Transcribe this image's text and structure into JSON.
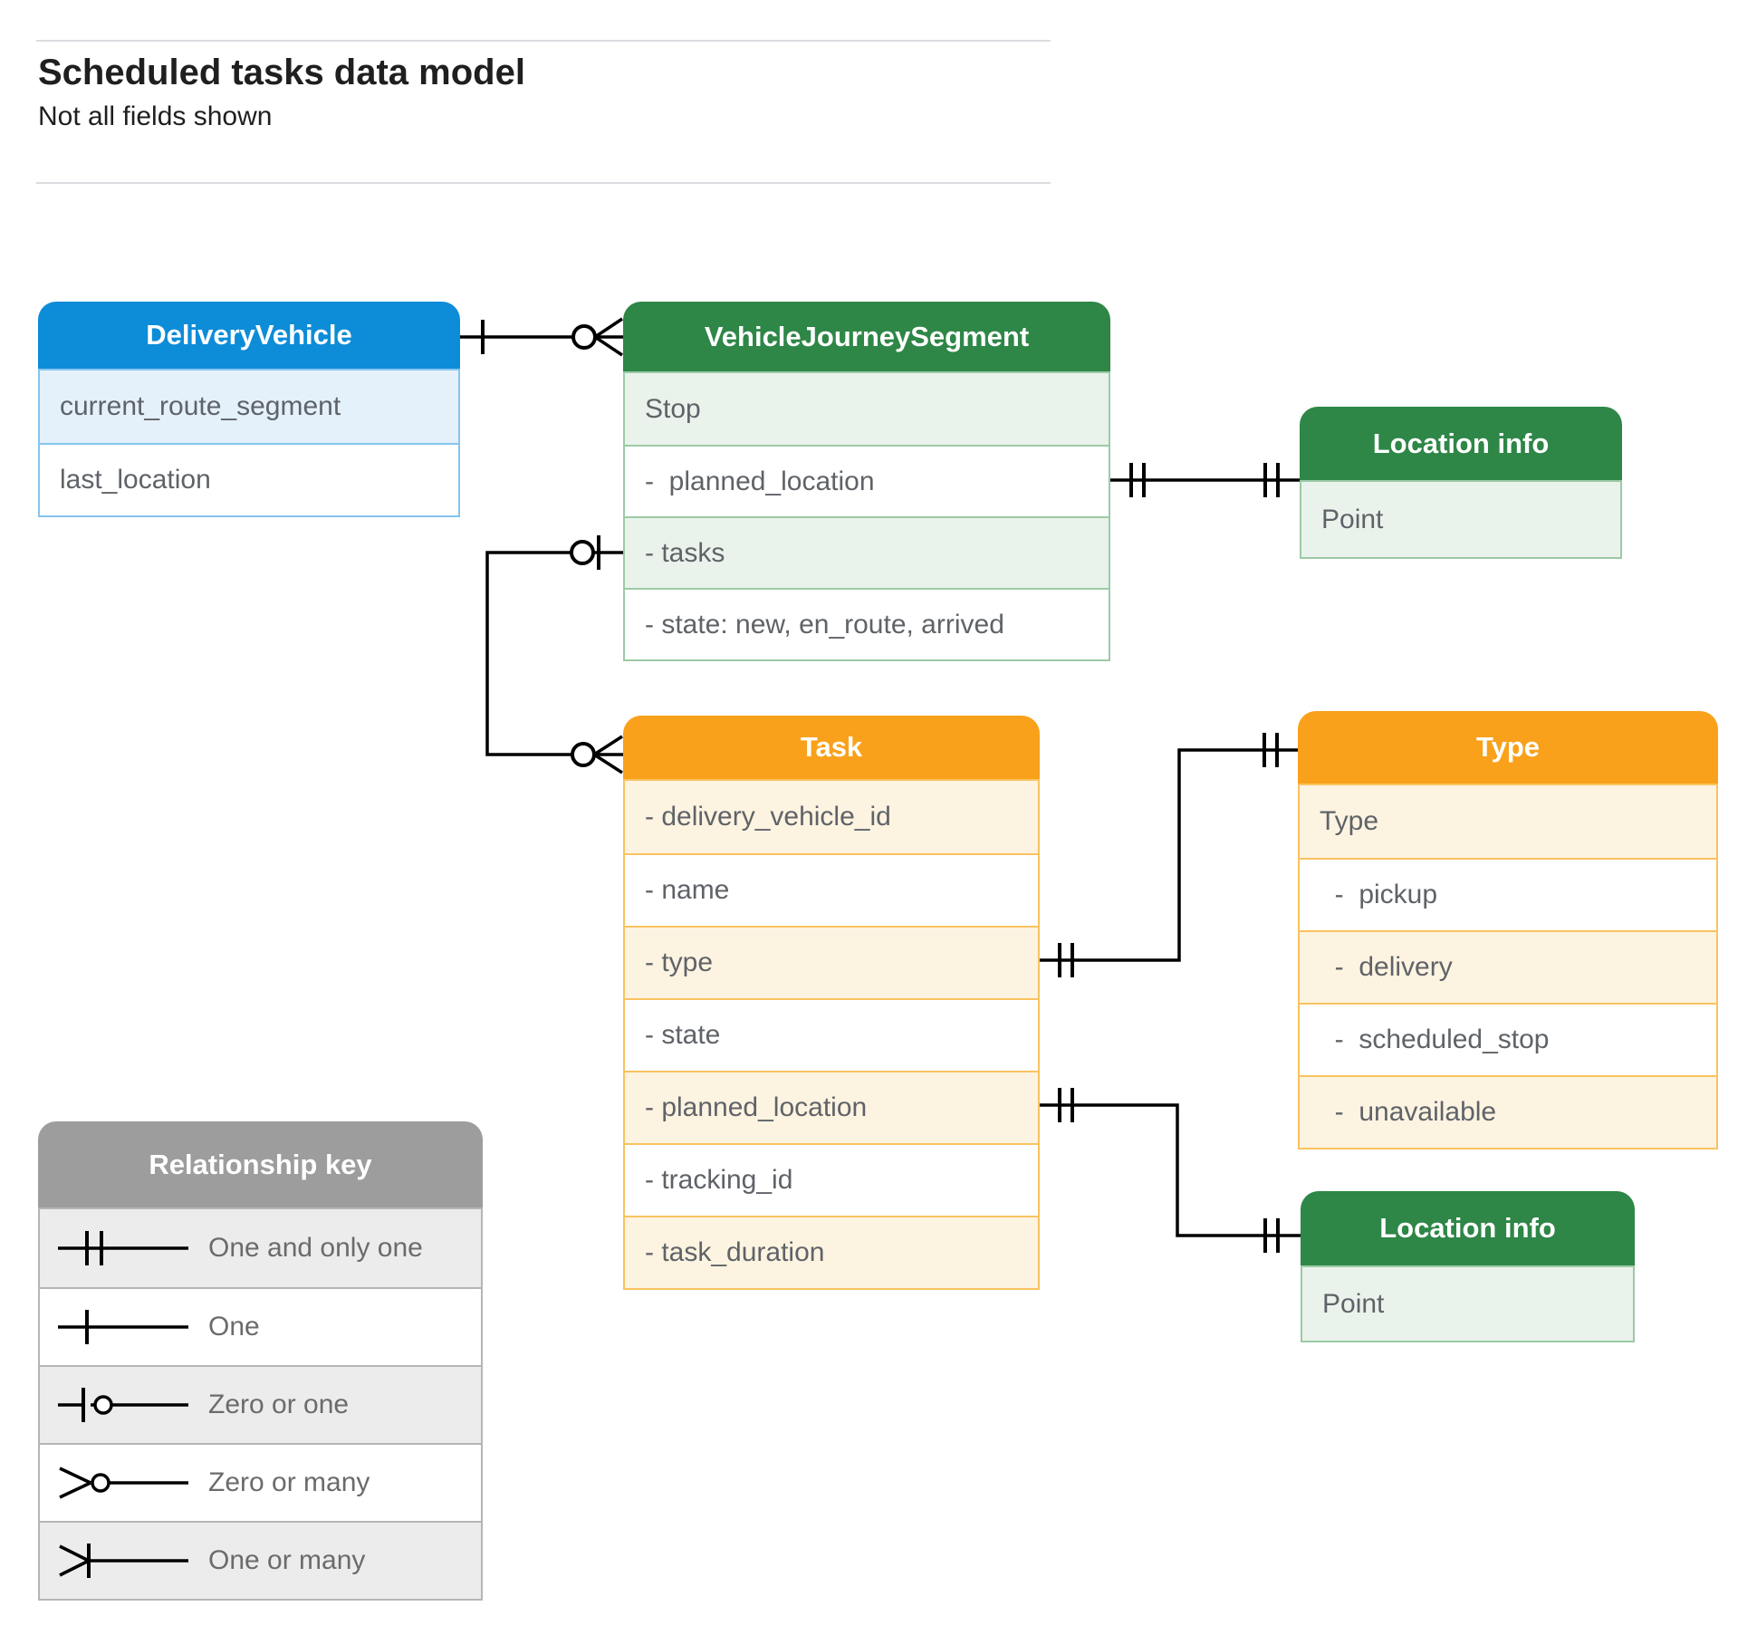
{
  "page": {
    "title": "Scheduled tasks data model",
    "subtitle": "Not all fields shown"
  },
  "colors": {
    "blue": "#0d8cd8",
    "blue_light": "#e4f1fb",
    "blue_border": "#85c4ef",
    "green": "#2e8647",
    "green_light": "#e9f3eb",
    "green_border": "#9ccaa6",
    "orange": "#f9a11b",
    "orange_light": "#fdf3e1",
    "orange_border": "#f9c35f",
    "gray": "#9d9d9d",
    "gray_light": "#ececec",
    "gray_border": "#b5b5b5",
    "connector": "#000000",
    "row_text": "#5f6368",
    "legend_text": "#6b6b6b",
    "header_text": "#ffffff",
    "rule": "#dadce0",
    "title_text": "#1f1f1f"
  },
  "entities": [
    {
      "id": "delivery-vehicle",
      "title": "DeliveryVehicle",
      "scheme": "blue",
      "rows": [
        {
          "label": "current_route_segment",
          "shaded": true
        },
        {
          "label": "last_location",
          "shaded": false
        }
      ]
    },
    {
      "id": "vehicle-journey-segment",
      "title": "VehicleJourneySegment",
      "scheme": "green",
      "rows": [
        {
          "label": "Stop",
          "shaded": true
        },
        {
          "label": "-  planned_location",
          "shaded": false
        },
        {
          "label": "- tasks",
          "shaded": true
        },
        {
          "label": "- state: new, en_route, arrived",
          "shaded": false
        }
      ]
    },
    {
      "id": "location-info-top",
      "title": "Location info",
      "scheme": "green",
      "rows": [
        {
          "label": "Point",
          "shaded": true
        }
      ]
    },
    {
      "id": "task",
      "title": "Task",
      "scheme": "orange",
      "rows": [
        {
          "label": "- delivery_vehicle_id",
          "shaded": true
        },
        {
          "label": "- name",
          "shaded": false
        },
        {
          "label": "- type",
          "shaded": true
        },
        {
          "label": "- state",
          "shaded": false
        },
        {
          "label": "- planned_location",
          "shaded": true
        },
        {
          "label": "- tracking_id",
          "shaded": false
        },
        {
          "label": "- task_duration",
          "shaded": true
        }
      ]
    },
    {
      "id": "type",
      "title": "Type",
      "scheme": "orange",
      "rows": [
        {
          "label": "Type",
          "shaded": true
        },
        {
          "label": "  -  pickup",
          "shaded": false
        },
        {
          "label": "  -  delivery",
          "shaded": true
        },
        {
          "label": "  -  scheduled_stop",
          "shaded": false
        },
        {
          "label": "  -  unavailable",
          "shaded": true
        }
      ]
    },
    {
      "id": "location-info-bottom",
      "title": "Location info",
      "scheme": "green",
      "rows": [
        {
          "label": "Point",
          "shaded": true
        }
      ]
    }
  ],
  "legend": {
    "title": "Relationship key",
    "items": [
      {
        "symbol": "one-and-only-one",
        "label": "One and only one"
      },
      {
        "symbol": "one",
        "label": "One"
      },
      {
        "symbol": "zero-or-one",
        "label": "Zero or one"
      },
      {
        "symbol": "zero-or-many",
        "label": "Zero or many"
      },
      {
        "symbol": "one-or-many",
        "label": "One or many"
      }
    ]
  },
  "relationships": [
    {
      "id": "dv-vjs",
      "from": "DeliveryVehicle",
      "to": "VehicleJourneySegment",
      "from_marker": "one",
      "to_marker": "zero-or-many"
    },
    {
      "id": "vjs-locinfo",
      "from": "VehicleJourneySegment.planned_location",
      "to": "Location info",
      "from_marker": "one-and-only-one",
      "to_marker": "one-and-only-one"
    },
    {
      "id": "vjs-task",
      "from": "VehicleJourneySegment.tasks",
      "to": "Task",
      "from_marker": "zero-or-one",
      "to_marker": "zero-or-many"
    },
    {
      "id": "task-type",
      "from": "Task.type",
      "to": "Type",
      "from_marker": "one-and-only-one",
      "to_marker": "one-and-only-one"
    },
    {
      "id": "task-locinfo",
      "from": "Task.planned_location",
      "to": "Location info",
      "from_marker": "one-and-only-one",
      "to_marker": "one-and-only-one"
    }
  ]
}
